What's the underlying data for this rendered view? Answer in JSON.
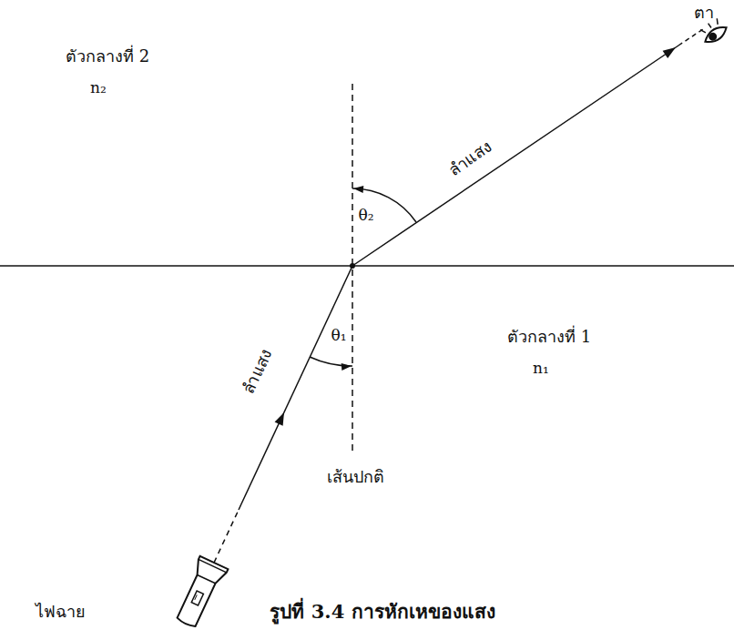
{
  "diagram": {
    "caption": "รูปที่ 3.4 การหักเหของแสง",
    "labels": [
      "ตา",
      "ตัวกลางที่ 2",
      "n₂",
      "ลำแสง",
      "θ₂",
      "ลำแสง",
      "θ₁",
      "ตัวกลางที่ 1",
      "n₁",
      "เส้นปกติ",
      "ไฟฉาย"
    ]
  }
}
